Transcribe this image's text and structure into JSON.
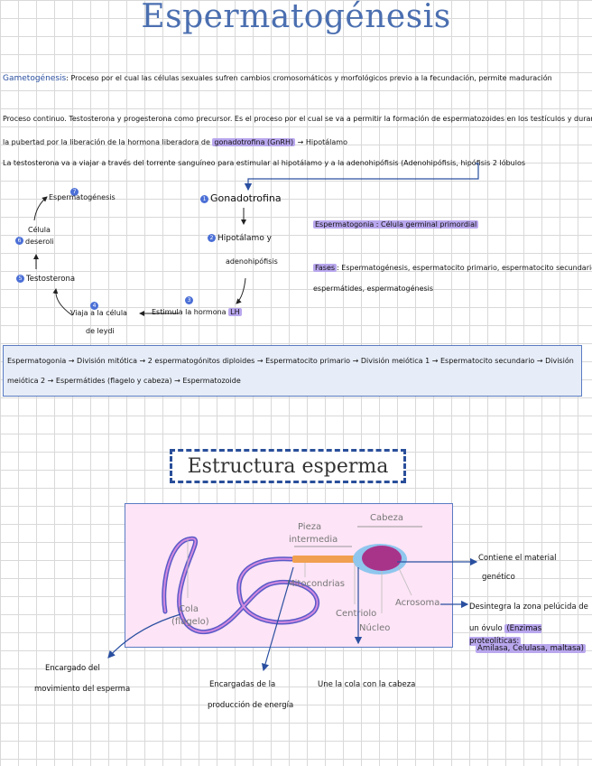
{
  "title": "Espermatogénesis",
  "definition": {
    "term": "Gametogénesis",
    "text": "Proceso por el cual las células sexuales sufren cambios cromosomáticos y morfológicos previo a la fecundación, permite maduración"
  },
  "process": {
    "line1": "Proceso continuo. Testosterona y progesterona como precursor. Es el proceso por el cual se va a permitir la formación de espermatozoides en los testículos y durante",
    "line2_pre": "la pubertad por la liberación de la hormona liberadora de",
    "line2_hl": "gonadotrofina (GnRH)",
    "line2_post": "→ Hipotálamo",
    "line3": "La testosterona va a viajar a través del torrente sanguíneo para estimular al hipotálamo y a la adenohipófisis (Adenohipófisis, hipófisis 2 lóbulos"
  },
  "cycle": {
    "step1": {
      "num": "1",
      "label": "Gonadotrofina"
    },
    "step2": {
      "num": "2",
      "label_a": "Hipotálamo y",
      "label_b": "adenohipófisis"
    },
    "step3": {
      "num": "3",
      "label_pre": "Estimula la hormona",
      "label_hl": "LH"
    },
    "step4": {
      "num": "4",
      "label_a": "Viaja a la célula",
      "label_b": "de leydi"
    },
    "step5": {
      "num": "5",
      "label": "Testosterona"
    },
    "step6": {
      "num": "6",
      "label_a": "Célula",
      "label_b": "deseroli"
    },
    "step7": {
      "num": "7",
      "label": "Espermatogénesis"
    }
  },
  "espermatogonia": {
    "text": "Espermatogonia : Célula germinal primordial"
  },
  "fases": {
    "label": "Fases",
    "line1": ": Espermatogénesis, espermatocito primario, espermatocito secundario,",
    "line2": "espermátides, espermatogénesis"
  },
  "sequence": {
    "line1": "Espermatogonia → División mitótica → 2 espermatogónitos diploides → Espermatocito primario → División meiótica 1 → Espermatocito secundario → División",
    "line2": "meiótica 2 → Espermátides (flagelo y cabeza) → Espermatozoide"
  },
  "section_title": "Estructura esperma",
  "diagram": {
    "pieza_a": "Pieza",
    "pieza_b": "intermedia",
    "cabeza": "Cabeza",
    "mitocondrias": "Mitocondrias",
    "cola_a": "Cola",
    "cola_b": "(flagelo)",
    "centriolo": "Centriolo",
    "nucleo": "Núcleo",
    "acrosoma": "Acrosoma"
  },
  "notes": {
    "material_a": "Contiene el material",
    "material_b": "genético",
    "acrosoma_a": "Desintegra la zona pelúcida de",
    "acrosoma_b_pre": "un óvulo",
    "acrosoma_b_hl": "(Enzimas proteolíticas:",
    "acrosoma_c_hl": "Amilasa, Celulasa, maltasa)",
    "cola_a": "Encargado del",
    "cola_b": "movimiento del esperma",
    "mito_a": "Encargadas de la",
    "mito_b": "producción de energía",
    "centriolo": "Une la cola con la cabeza"
  },
  "colors": {
    "accent": "#4b6fb0",
    "highlight": "#b9a7ee",
    "diagram_bg": "#fde4f6",
    "midpiece": "#f0a050",
    "nucleus": "#a8348a",
    "acrosome": "#8fc6ee"
  }
}
